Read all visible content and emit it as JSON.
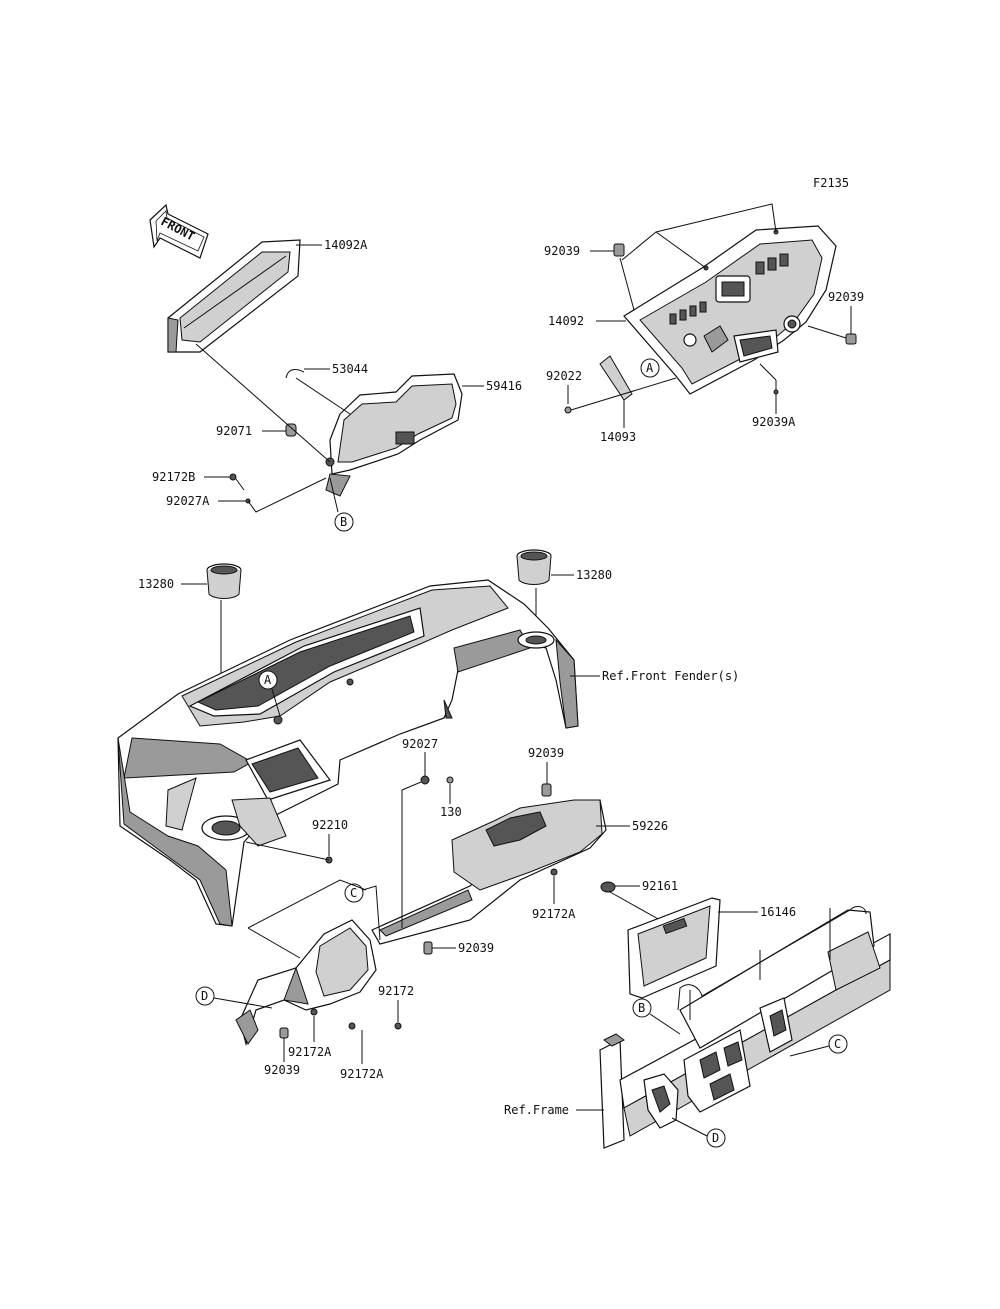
{
  "figure_code": "F2135",
  "front_arrow_text": "FRONT",
  "callouts": {
    "p14092A": "14092A",
    "p53044": "53044",
    "p59416": "59416",
    "p92071": "92071",
    "p92172B": "92172B",
    "p92027A": "92027A",
    "p92039_top": "92039",
    "p14092": "14092",
    "p92039_right": "92039",
    "p92022": "92022",
    "p14093": "14093",
    "p92039A": "92039A",
    "p13280_left": "13280",
    "p13280_right": "13280",
    "ref_front_fender": "Ref.Front Fender(s)",
    "p92027": "92027",
    "p130": "130",
    "p92039_mid": "92039",
    "p59226": "59226",
    "p92210": "92210",
    "p92161": "92161",
    "p92172A_mid": "92172A",
    "p16146": "16146",
    "p92039_low": "92039",
    "p92172": "92172",
    "p92172A_left": "92172A",
    "p92039_bottom": "92039",
    "p92172A_bottom": "92172A",
    "ref_frame": "Ref.Frame"
  },
  "ref_circles": {
    "A1": "A",
    "B1": "B",
    "A2": "A",
    "C1": "C",
    "D1": "D",
    "B2": "B",
    "C2": "C",
    "D2": "D"
  }
}
